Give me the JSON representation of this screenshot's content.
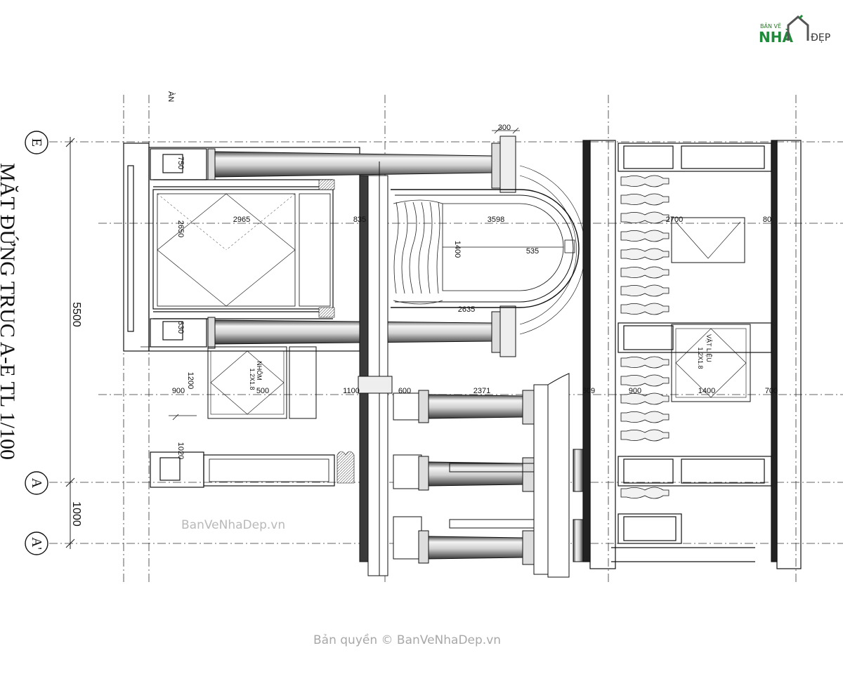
{
  "title": "MẶT ĐỨNG TRỤC A-E TL 1/100",
  "top_note": "ÀN",
  "logo": {
    "small": "BẢN VẼ",
    "big": "NHÀ",
    "suffix": "ĐẸP"
  },
  "watermarks": {
    "center": "BanVeNhaDep.vn",
    "copyright": "Bản quyền © BanVeNhaDep.vn"
  },
  "axes": {
    "top": "E",
    "mid": "A",
    "bottom": "A'"
  },
  "dims_vertical": {
    "total_upper": "5500",
    "total_lower": "1000"
  },
  "dims": {
    "d750": "750",
    "d2650": "2650",
    "d2965": "2965",
    "d835": "835",
    "d3598": "3598",
    "d300": "300",
    "d1400a": "1400",
    "d535": "535",
    "d2635": "2635",
    "d2700": "2700",
    "d80": "80",
    "d630": "630",
    "d1200": "1200",
    "d900a": "900",
    "d500": "500",
    "d1100": "1100",
    "d600": "600",
    "d2371": "2371",
    "d609": "609",
    "d900b": "900",
    "d1400b": "1400",
    "d700": "700",
    "d1020": "1020"
  },
  "window_notes": {
    "left": "NHÔM",
    "left_size": "1.2X1.8",
    "right": "VẬT LIỆU",
    "right_size": "1.2X1.8"
  },
  "colors": {
    "line": "#111111",
    "column_light": "#f2f2f2",
    "column_dark": "#555555",
    "watermark": "#b9b9b9",
    "logo_green": "#1e8a3a"
  }
}
